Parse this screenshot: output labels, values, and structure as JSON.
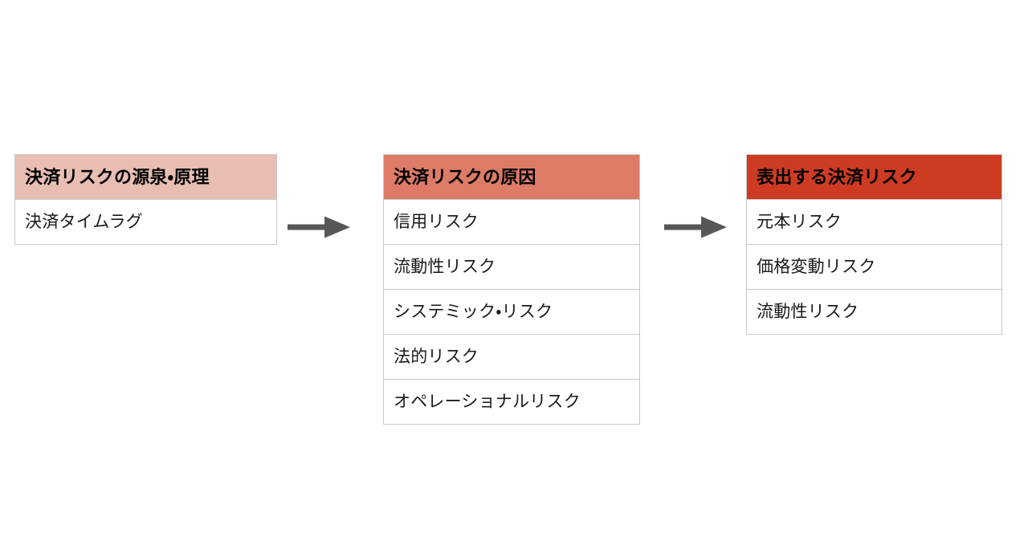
{
  "diagram": {
    "background_color": "#ffffff",
    "tables": [
      {
        "id": "source",
        "header": "決済リスクの源泉・原理",
        "header_bg": "#e8bdb2",
        "header_text_color": "#000000",
        "rows": [
          "決済タイムラグ"
        ]
      },
      {
        "id": "cause",
        "header": "決済リスクの原因",
        "header_bg": "#dd7b66",
        "header_text_color": "#000000",
        "rows": [
          "信用リスク",
          "流動性リスク",
          "システミック・リスク",
          "法的リスク",
          "オペレーショナルリスク"
        ]
      },
      {
        "id": "manifest",
        "header": "表出する決済リスク",
        "header_bg": "#cc3b22",
        "header_text_color": "#000000",
        "rows": [
          "元本リスク",
          "価格変動リスク",
          "流動性リスク"
        ]
      }
    ],
    "arrows": [
      {
        "id": "arrow-1",
        "from": "source",
        "to": "cause",
        "color": "#575757",
        "direction": "right"
      },
      {
        "id": "arrow-2",
        "from": "cause",
        "to": "manifest",
        "color": "#575757",
        "direction": "right"
      }
    ],
    "border_color": "#c9c9c9"
  }
}
